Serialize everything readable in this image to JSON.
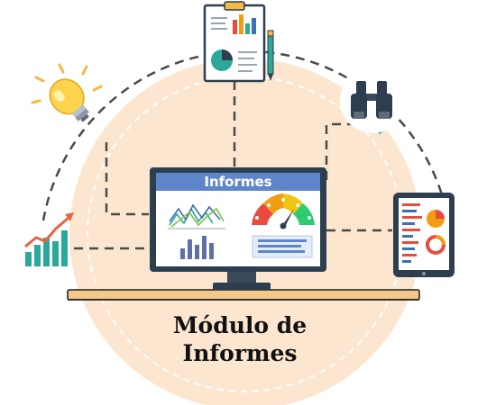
{
  "screen": {
    "title": "Informes"
  },
  "caption": {
    "line1": "Módulo de",
    "line2": "Informes"
  },
  "colors": {
    "circle_fill": "#fde6cf",
    "dash": "#4a4a4a",
    "monitor_frame": "#2c3e50",
    "screen_header": "#5f86c9",
    "desk": "#f4c88a",
    "teal": "#2aa99a"
  },
  "icons": [
    "document-chart-icon",
    "pen-icon",
    "lightbulb-icon",
    "binoculars-icon",
    "growth-chart-icon",
    "tablet-report-icon",
    "gauge-icon"
  ]
}
